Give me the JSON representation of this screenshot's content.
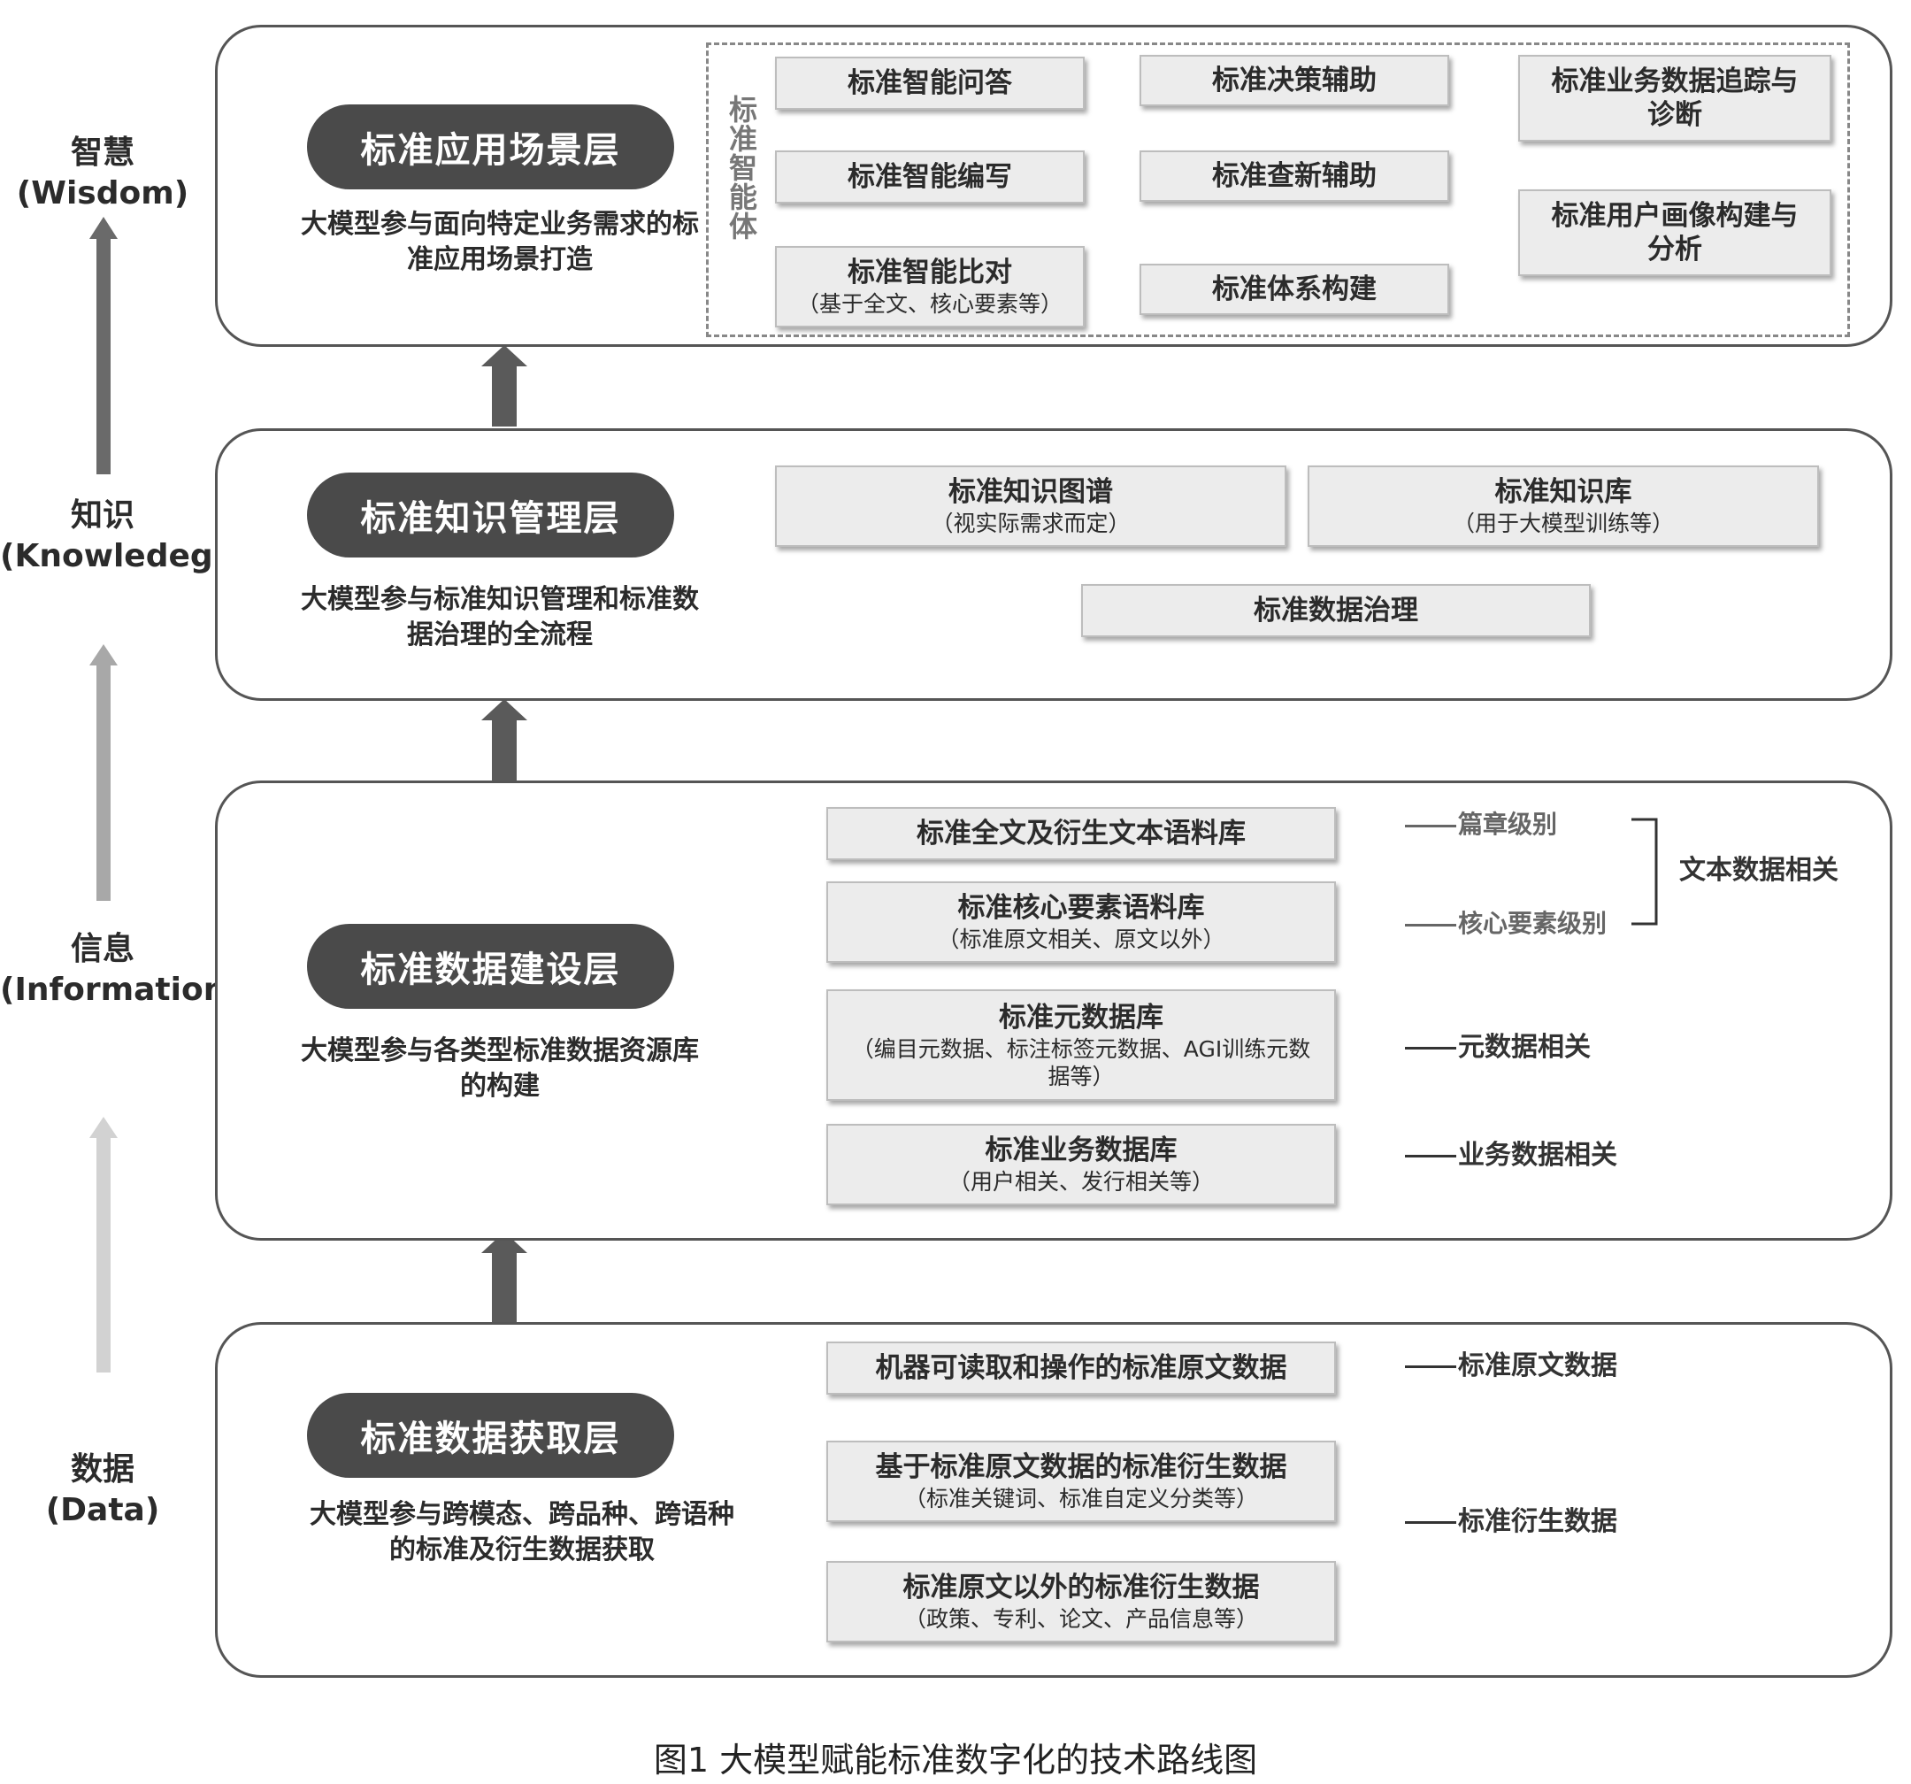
{
  "dikw": [
    {
      "cn": "智慧",
      "en": "(Wisdom)"
    },
    {
      "cn": "知识",
      "en": "(Knowledeg)"
    },
    {
      "cn": "信息",
      "en": "(Information)"
    },
    {
      "cn": "数据",
      "en": "(Data)"
    }
  ],
  "layers": {
    "application": {
      "title": "标准应用场景层",
      "desc": "大模型参与面向特定业务需求的标准应用场景打造",
      "agent_label": "标准智能体",
      "col1": [
        {
          "main": "标准智能问答",
          "sub": ""
        },
        {
          "main": "标准智能编写",
          "sub": ""
        },
        {
          "main": "标准智能比对",
          "sub": "（基于全文、核心要素等）"
        }
      ],
      "col2": [
        {
          "main": "标准决策辅助"
        },
        {
          "main": "标准查新辅助"
        },
        {
          "main": "标准体系构建"
        }
      ],
      "col3": [
        {
          "main": "标准业务数据追踪与诊断"
        },
        {
          "main": "标准用户画像构建与分析"
        }
      ]
    },
    "knowledge": {
      "title": "标准知识管理层",
      "desc": "大模型参与标准知识管理和标准数据治理的全流程",
      "boxes": [
        {
          "main": "标准知识图谱",
          "sub": "（视实际需求而定）"
        },
        {
          "main": "标准知识库",
          "sub": "（用于大模型训练等）"
        },
        {
          "main": "标准数据治理",
          "sub": ""
        }
      ]
    },
    "information": {
      "title": "标准数据建设层",
      "desc": "大模型参与各类型标准数据资源库的构建",
      "boxes": [
        {
          "main": "标准全文及衍生文本语料库",
          "sub": ""
        },
        {
          "main": "标准核心要素语料库",
          "sub": "（标准原文相关、原文以外）"
        },
        {
          "main": "标准元数据库",
          "sub": "（编目元数据、标注标签元数据、AGI训练元数据等）"
        },
        {
          "main": "标准业务数据库",
          "sub": "（用户相关、发行相关等）"
        }
      ],
      "notes": {
        "chapter": "篇章级别",
        "core": "核心要素级别",
        "text_group": "文本数据相关",
        "meta": "元数据相关",
        "business": "业务数据相关"
      }
    },
    "data": {
      "title": "标准数据获取层",
      "desc": "大模型参与跨模态、跨品种、跨语种的标准及衍生数据获取",
      "boxes": [
        {
          "main": "机器可读取和操作的标准原文数据",
          "sub": ""
        },
        {
          "main": "基于标准原文数据的标准衍生数据",
          "sub": "（标准关键词、标准自定义分类等）"
        },
        {
          "main": "标准原文以外的标准衍生数据",
          "sub": "（政策、专利、论文、产品信息等）"
        }
      ],
      "notes": {
        "original": "标准原文数据",
        "derived": "标准衍生数据"
      }
    }
  },
  "caption": "图1 大模型赋能标准数字化的技术路线图",
  "colors": {
    "pill": "#4a4a4a",
    "box": "#ececec",
    "arrow_dark": "#5a5a5a",
    "arrow_mid": "#a8a8a8",
    "arrow_light": "#d0d0d0"
  }
}
